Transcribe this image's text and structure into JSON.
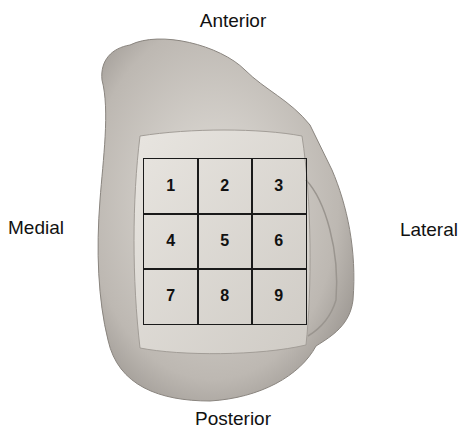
{
  "diagram": {
    "nodes": [
      {
        "text": [
          "1"
        ]
      },
      {
        "text": [
          "2"
        ]
      },
      {
        "text": [
          "3"
        ]
      },
      {
        "text": [
          "4"
        ]
      },
      {
        "text": [
          "5"
        ]
      },
      {
        "text": [
          "6"
        ]
      },
      {
        "text": [
          "7"
        ]
      },
      {
        "text": [
          "8"
        ]
      },
      {
        "text": [
          "9"
        ]
      }
    ],
    "labels": [
      "Anterior",
      "Medial",
      "Lateral",
      "Posterior"
    ]
  }
}
